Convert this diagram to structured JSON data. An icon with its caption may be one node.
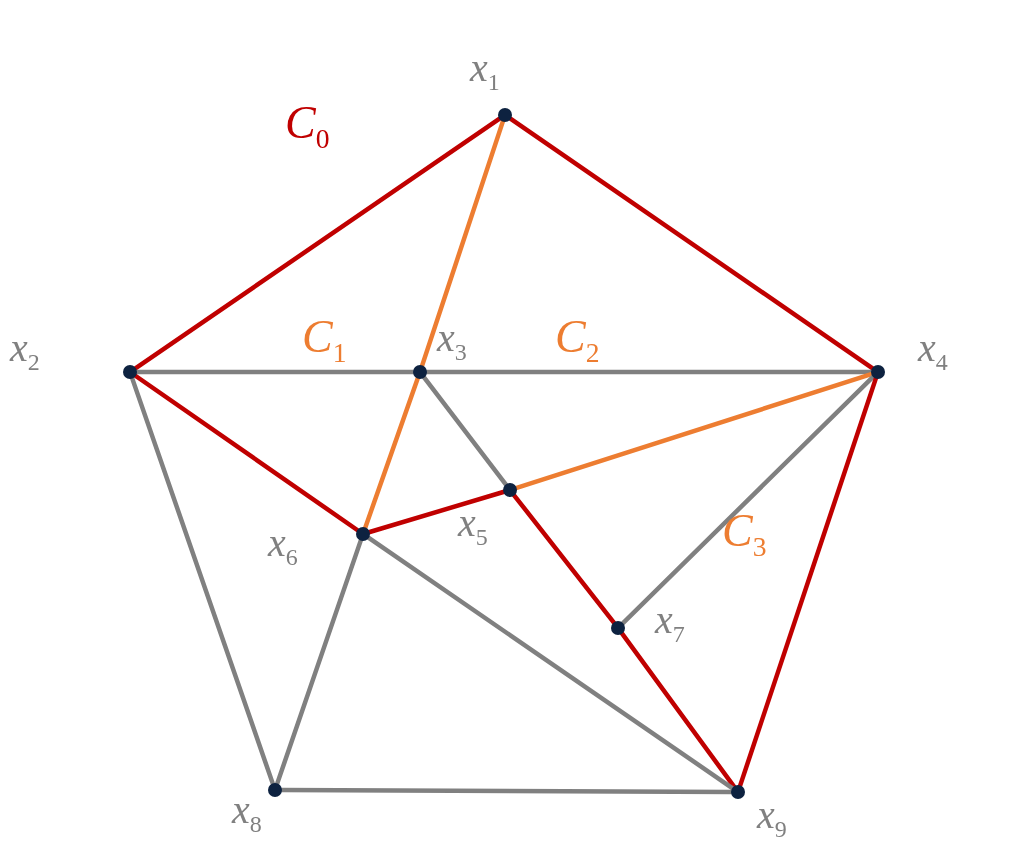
{
  "diagram": {
    "nodes": [
      {
        "text": [],
        "shape": "circle",
        "beside": [
          "*x*$_{1}$"
        ]
      },
      {
        "text": [],
        "shape": "circle",
        "beside": [
          "*x*$_{2}$"
        ]
      },
      {
        "text": [],
        "shape": "circle",
        "beside": [
          "*x*$_{3}$"
        ]
      },
      {
        "text": [],
        "shape": "circle",
        "beside": [
          "*x*$_{4}$"
        ]
      },
      {
        "text": [],
        "shape": "circle",
        "beside": [
          "*x*$_{5}$"
        ]
      },
      {
        "text": [],
        "shape": "circle",
        "beside": [
          "*x*$_{6}$"
        ]
      },
      {
        "text": [],
        "shape": "circle",
        "beside": [
          "*x*$_{7}$"
        ]
      },
      {
        "text": [],
        "shape": "circle",
        "beside": [
          "*x*$_{8}$"
        ]
      },
      {
        "text": [],
        "shape": "circle",
        "beside": [
          "*x*$_{9}$"
        ]
      }
    ],
    "edges": [
      {
        "from": 0,
        "to": 1,
        "arrow": "none",
        "color": "#c00000"
      },
      {
        "from": 0,
        "to": 3,
        "arrow": "none",
        "color": "#c00000"
      },
      {
        "from": 0,
        "to": 2,
        "arrow": "none",
        "color": "#ed7d31"
      },
      {
        "from": 2,
        "to": 5,
        "arrow": "none",
        "color": "#ed7d31"
      },
      {
        "from": 1,
        "to": 2,
        "arrow": "none"
      },
      {
        "from": 2,
        "to": 3,
        "arrow": "none"
      },
      {
        "from": 1,
        "to": 5,
        "arrow": "none",
        "color": "#c00000"
      },
      {
        "from": 1,
        "to": 7,
        "arrow": "none"
      },
      {
        "from": 2,
        "to": 4,
        "arrow": "none"
      },
      {
        "from": 4,
        "to": 6,
        "arrow": "none",
        "color": "#c00000"
      },
      {
        "from": 6,
        "to": 8,
        "arrow": "none",
        "color": "#c00000"
      },
      {
        "from": 5,
        "to": 4,
        "arrow": "none",
        "color": "#c00000"
      },
      {
        "from": 4,
        "to": 3,
        "arrow": "none",
        "color": "#ed7d31"
      },
      {
        "from": 3,
        "to": 6,
        "arrow": "none"
      },
      {
        "from": 3,
        "to": 8,
        "arrow": "none",
        "color": "#c00000"
      },
      {
        "from": 5,
        "to": 7,
        "arrow": "none"
      },
      {
        "from": 5,
        "to": 8,
        "arrow": "none"
      },
      {
        "from": 7,
        "to": 8,
        "arrow": "none"
      }
    ],
    "labels": [
      "*C*$_{0}$",
      "*C*$_{1}$",
      "*C*$_{2}$",
      "*C*$_{3}$"
    ]
  }
}
